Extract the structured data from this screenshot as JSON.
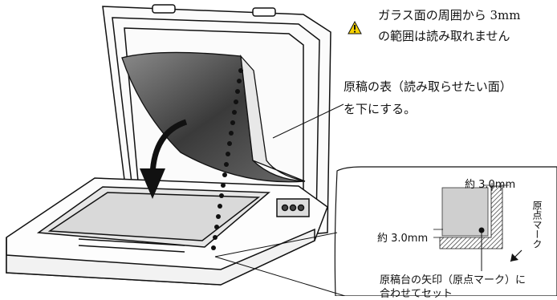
{
  "warning": {
    "icon": "warning-triangle-icon",
    "line1": "ガラス面の周囲から 3mm",
    "line2": "の範囲は読み取れません"
  },
  "document_note": {
    "line1": "原稿の表（読み取らせたい面）",
    "line2": "を下にする。"
  },
  "detail": {
    "top_margin": "約 3.0mm",
    "side_margin": "約 3.0mm",
    "origin_mark": "原点マーク",
    "instruction_line1": "原稿台の矢印（原点マーク）に",
    "instruction_line2": "合わせてセット"
  },
  "colors": {
    "warning_fill": "#f6d200",
    "document_gray": "#cfcfcf",
    "line": "#111111"
  }
}
